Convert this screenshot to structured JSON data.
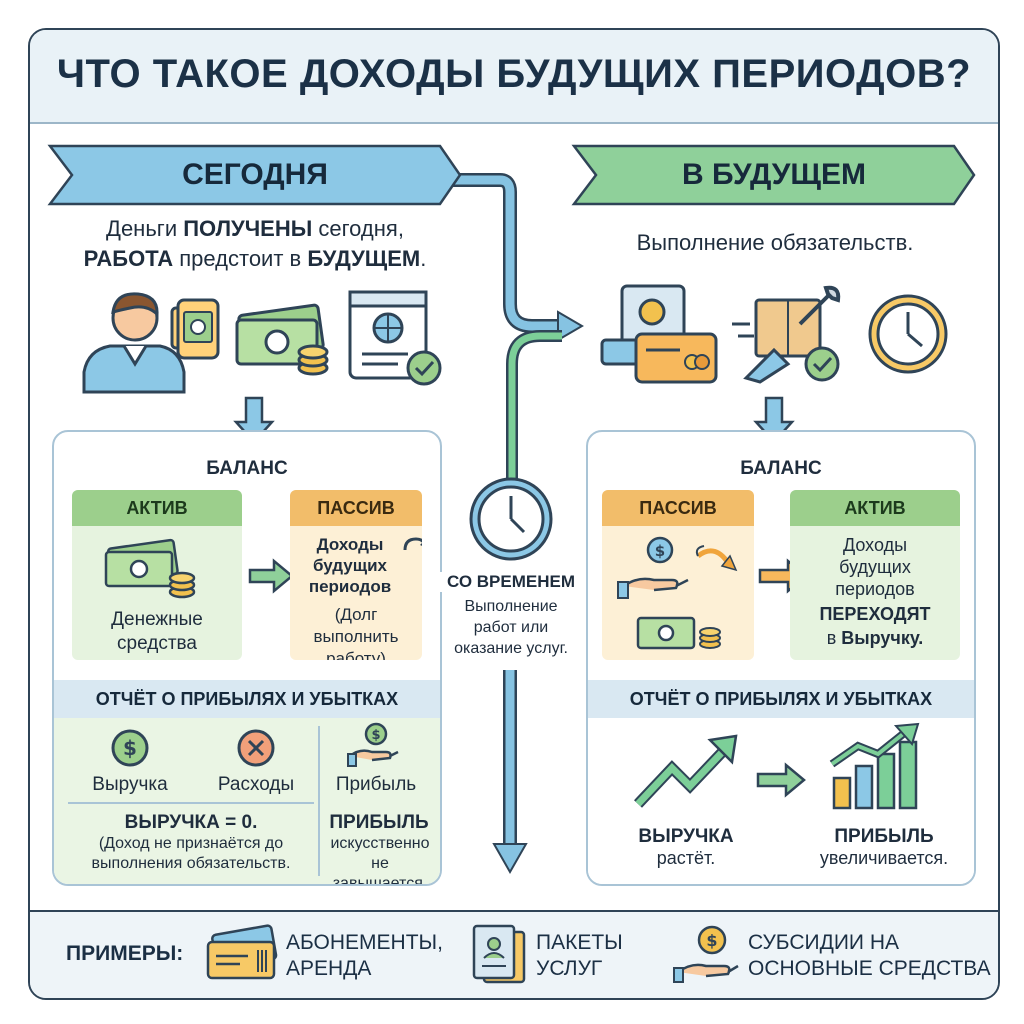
{
  "title": "ЧТО ТАКОЕ ДОХОДЫ БУДУЩИХ ПЕРИОДОВ?",
  "today": {
    "ribbon": "СЕГОДНЯ",
    "line1_pre": "Деньги ",
    "line1_bold": "ПОЛУЧЕНЫ",
    "line1_post": " сегодня,",
    "line2_bold1": "РАБОТА",
    "line2_mid": " предстоит в ",
    "line2_bold2": "БУДУЩЕМ",
    "line2_post": ".",
    "balance": {
      "title": "БАЛАНС",
      "asset_header": "АКТИВ",
      "asset_text": "Денежные средства",
      "liability_header": "ПАССИВ",
      "liability_bold": "Доходы будущих периодов",
      "liability_note": "(Долг выполнить работу)"
    },
    "pl": {
      "title": "ОТЧЁТ О ПРИБЫЛЯХ И УБЫТКАХ",
      "revenue": "Выручка",
      "expenses": "Расходы",
      "profit": "Прибыль",
      "rev_bold": "ВЫРУЧКА = 0.",
      "rev_note": "(Доход не признаётся до выполнения обязательств.",
      "profit_bold": "ПРИБЫЛЬ",
      "profit_note": "искусственно не завышается."
    }
  },
  "middle": {
    "bold": "СО ВРЕМЕНЕМ",
    "text": "Выполнение работ или оказание услуг."
  },
  "future": {
    "ribbon": "В БУДУЩЕМ",
    "line": "Выполнение обязательств.",
    "balance": {
      "title": "БАЛАНС",
      "liability_header": "ПАССИВ",
      "asset_header": "АКТИВ",
      "asset_text": "Доходы будущих периодов",
      "asset_bold1": "ПЕРЕХОДЯТ",
      "asset_in": "в ",
      "asset_bold2": "Выручку."
    },
    "pl": {
      "title": "ОТЧЁТ О ПРИБЫЛЯХ И УБЫТКАХ",
      "rev_bold": "ВЫРУЧКА",
      "rev_note": "растёт.",
      "profit_bold": "ПРИБЫЛЬ",
      "profit_note": "увеличивается."
    }
  },
  "examples": {
    "label": "ПРИМЕРЫ:",
    "items": [
      {
        "line1": "АБОНЕМЕНТЫ,",
        "line2": "АРЕНДА"
      },
      {
        "line1": "ПАКЕТЫ",
        "line2": "УСЛУГ"
      },
      {
        "line1": "СУБСИДИИ НА",
        "line2": "ОСНОВНЫЕ СРЕДСТВА"
      }
    ]
  },
  "colors": {
    "blue_ribbon": "#8cc8e6",
    "green_ribbon": "#8fd09a",
    "green_header": "#9ccf8c",
    "orange_header": "#f2bd6a",
    "arrow_blue": "#6fb3d6",
    "arrow_green": "#6cc08a",
    "arrow_orange": "#f0a53c"
  }
}
